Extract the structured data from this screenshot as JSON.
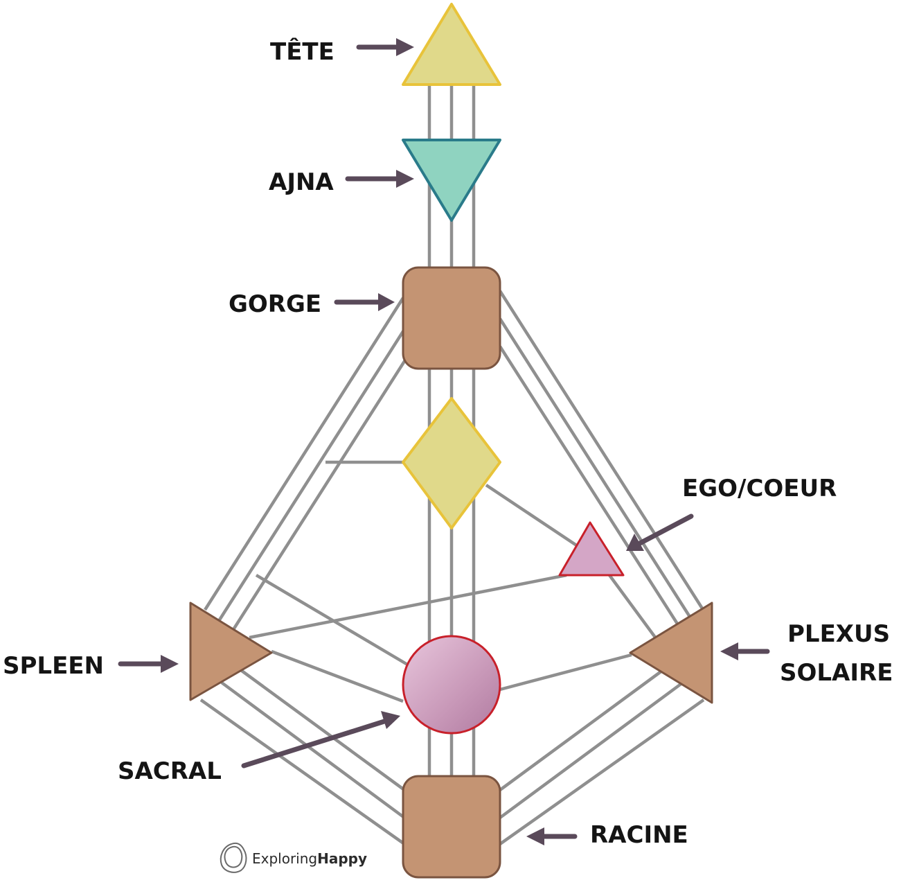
{
  "labels": {
    "tete": "TÊTE",
    "ajna": "AJNA",
    "gorge": "GORGE",
    "ego": "EGO/COEUR",
    "spleen": "SPLEEN",
    "plexus_line1": "PLEXUS",
    "plexus_line2": "SOLAIRE",
    "sacral": "SACRAL",
    "racine": "RACINE"
  },
  "logo": {
    "text_regular": "Exploring",
    "text_bold": "Happy"
  },
  "colors": {
    "yellow_fill": "#e0d98a",
    "yellow_stroke": "#e8c33a",
    "teal_fill": "#8fd3c0",
    "teal_stroke": "#2a7b8a",
    "brown_fill": "#c49473",
    "brown_stroke": "#7a5440",
    "pink_fill": "#d4a6c6",
    "pink_stroke": "#c8202a",
    "line": "#8f8f8f",
    "arrow": "#5a4a5a"
  }
}
